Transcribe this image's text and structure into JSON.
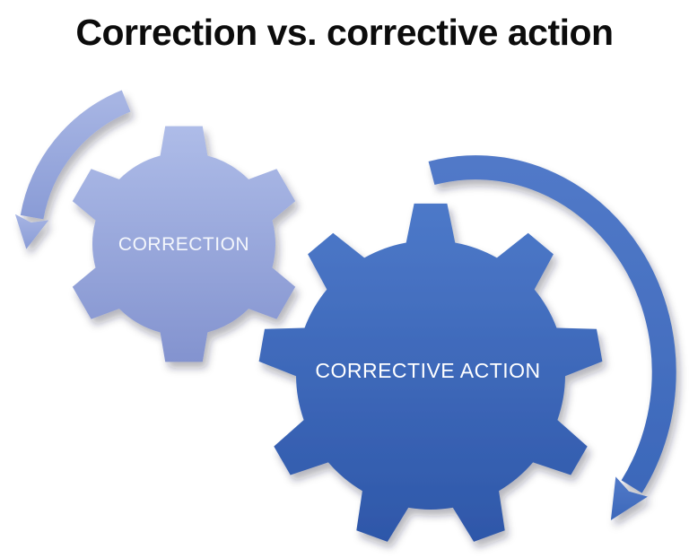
{
  "title": "Correction vs. corrective action",
  "diagram": {
    "small_gear": {
      "label": "CORRECTION"
    },
    "large_gear": {
      "label": "CORRECTIVE ACTION"
    },
    "left_arrow": {
      "direction": "counterclockwise"
    },
    "right_arrow": {
      "direction": "clockwise"
    }
  },
  "colors": {
    "title_text": "#0c0c0c",
    "small_gear_top": "#aebce8",
    "small_gear_bottom": "#8393cf",
    "left_arrow_top": "#a6b4e3",
    "left_arrow_bottom": "#8a9cd6",
    "large_gear_top": "#4d79c9",
    "large_gear_bottom": "#2e57a9",
    "right_arrow_top": "#5179c8",
    "right_arrow_bottom": "#3c68ba",
    "small_gear_label_text": "#f4f7fc",
    "large_gear_label_text": "#ffffff",
    "background": "#ffffff"
  }
}
